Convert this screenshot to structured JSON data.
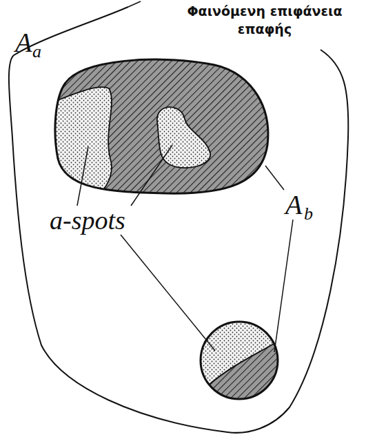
{
  "diagram": {
    "labels": [
      "Φαινόμενη επιφάνεια επαφής",
      "A",
      "a",
      "a-spots",
      "A",
      "b"
    ]
  }
}
